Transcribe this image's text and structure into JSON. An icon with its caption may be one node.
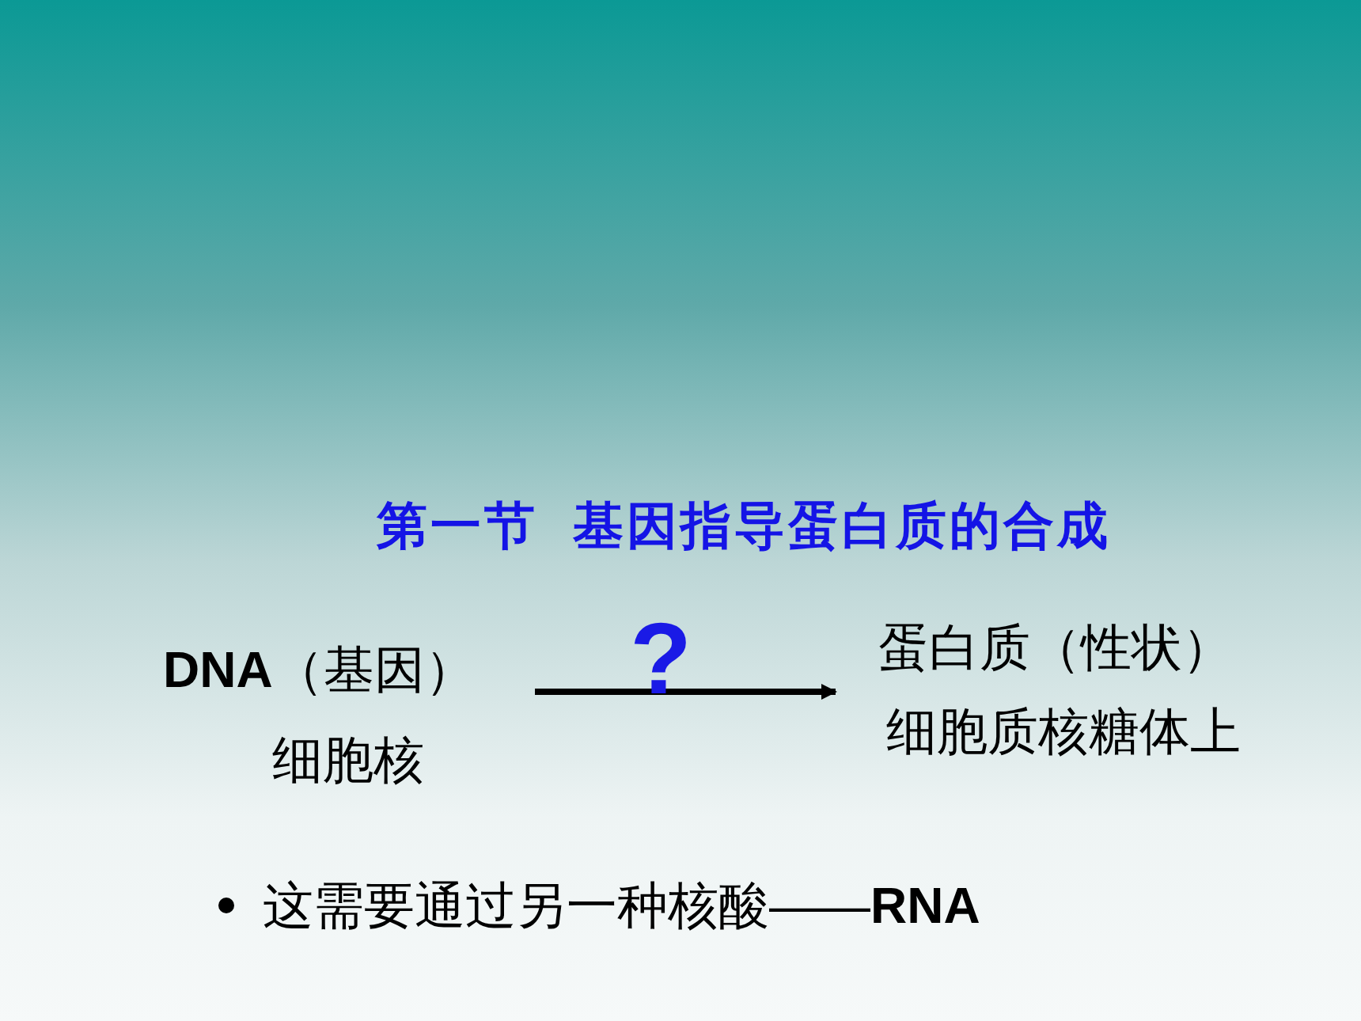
{
  "diagram": {
    "title": "第一节  基因指导蛋白质的合成",
    "nodes": [
      {
        "text": [
          "**DNA**（基因）"
        ],
        "beside": [
          "细胞核"
        ]
      },
      {
        "text": [
          "蛋白质（性状）"
        ],
        "beside": [
          "细胞质核糖体上"
        ]
      }
    ],
    "edges": [
      {
        "from": 0,
        "to": 1,
        "arrow": "to",
        "label": "?"
      }
    ],
    "labels": [
      "这需要通过另一种核酸——**RNA**"
    ]
  }
}
